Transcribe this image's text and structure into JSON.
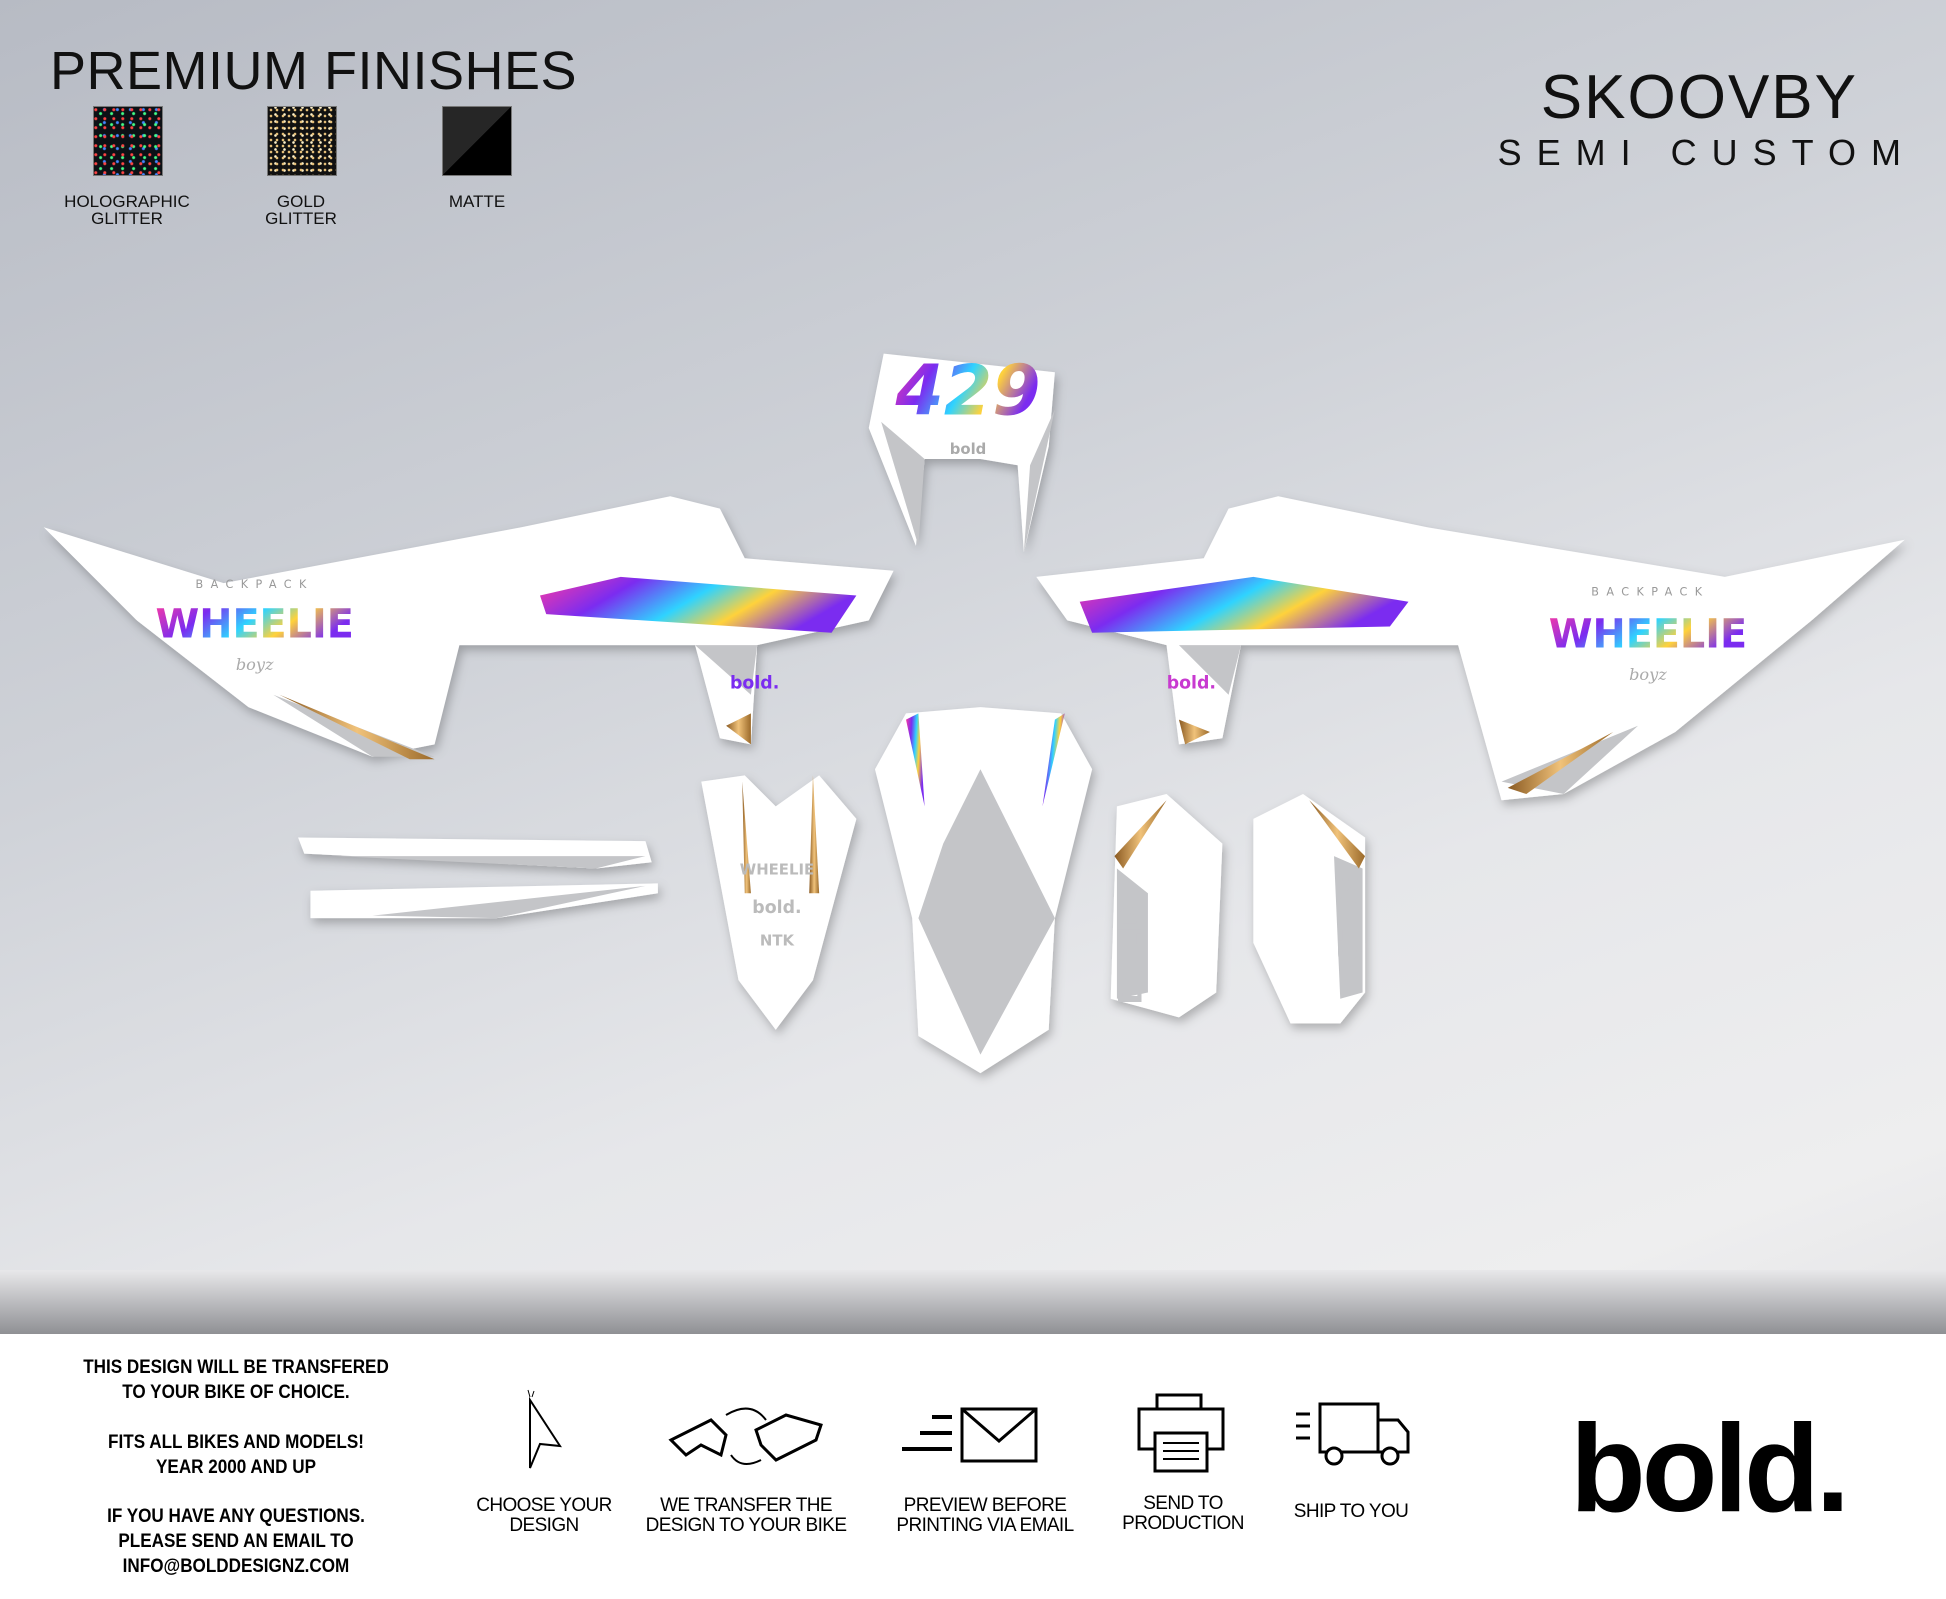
{
  "header": {
    "title": "PREMIUM FINISHES",
    "finishes": [
      {
        "label_line1": "HOLOGRAPHIC",
        "label_line2": "GLITTER"
      },
      {
        "label_line1": "GOLD",
        "label_line2": "GLITTER"
      },
      {
        "label_line1": "MATTE",
        "label_line2": ""
      }
    ],
    "design_name": "SKOOVBY",
    "design_type": "SEMI CUSTOM"
  },
  "artwork": {
    "number": "429",
    "wordmark": "bold",
    "graphic_text": "BOLD",
    "sponsor": "WHEELIE",
    "sponsor_top": "BACKPACK",
    "sponsor_sub": "boyz",
    "small_logo": "bold.",
    "fender_text": "NTK",
    "colors": {
      "base": "#ffffff",
      "gray": "#c4c5c8",
      "gold": "#c8954a",
      "holo1": "#7b2cf0",
      "holo2": "#ff3ba0",
      "holo3": "#2fd3ff"
    }
  },
  "footer": {
    "info": [
      "THIS DESIGN WILL BE TRANSFERED",
      "TO YOUR BIKE OF CHOICE.",
      "FITS ALL BIKES AND MODELS!",
      "YEAR 2000 AND UP",
      "IF YOU HAVE ANY QUESTIONS.",
      "PLEASE SEND AN EMAIL TO",
      "INFO@BOLDDESIGNZ.COM"
    ],
    "steps": [
      {
        "icon": "cursor-icon",
        "line1": "CHOOSE YOUR",
        "line2": "DESIGN"
      },
      {
        "icon": "transfer-icon",
        "line1": "WE TRANSFER THE",
        "line2": "DESIGN TO YOUR BIKE"
      },
      {
        "icon": "email-icon",
        "line1": "PREVIEW BEFORE",
        "line2": "PRINTING VIA EMAIL"
      },
      {
        "icon": "printer-icon",
        "line1": "SEND TO",
        "line2": "PRODUCTION"
      },
      {
        "icon": "truck-icon",
        "line1": "SHIP TO YOU",
        "line2": ""
      }
    ],
    "logo": "bold."
  }
}
